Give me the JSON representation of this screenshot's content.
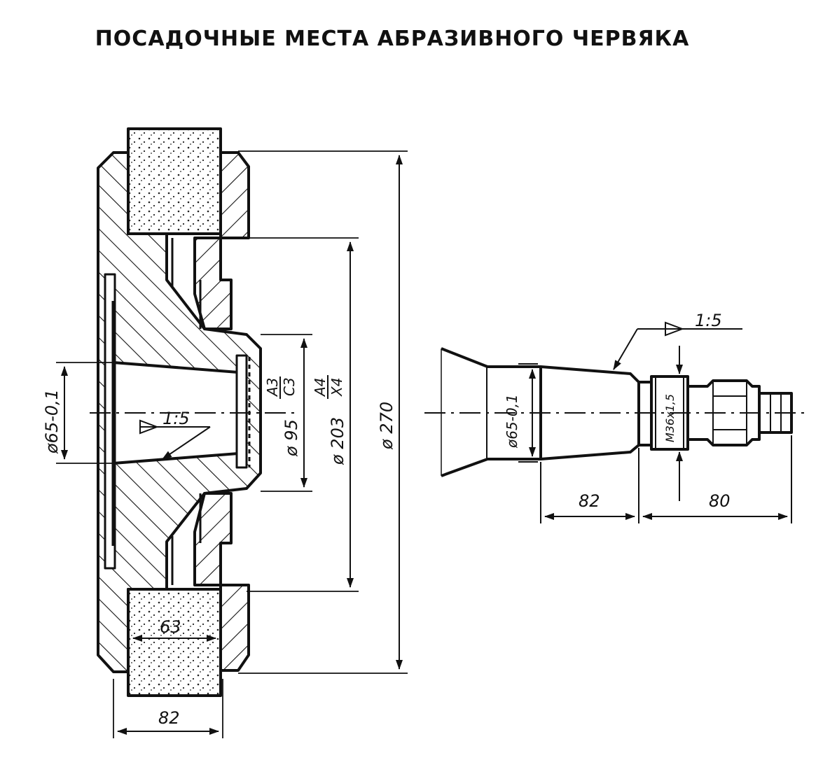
{
  "title": "ПОСАДОЧНЫЕ МЕСТА АБРАЗИВНОГО ЧЕРВЯКА",
  "left_view": {
    "dia_bore": "ø65-0,1",
    "taper": "1:5",
    "dia_95": "ø 95",
    "fit_95_num": "A3",
    "fit_95_den": "C3",
    "dia_203": "ø 203",
    "fit_203_num": "A4",
    "fit_203_den": "X4",
    "dia_270": "ø 270",
    "width_63": "63",
    "width_82": "82"
  },
  "right_view": {
    "taper": "1:5",
    "dia_shaft": "ø65-0,1",
    "thread": "M36x1,5",
    "len_82": "82",
    "len_80": "80"
  }
}
